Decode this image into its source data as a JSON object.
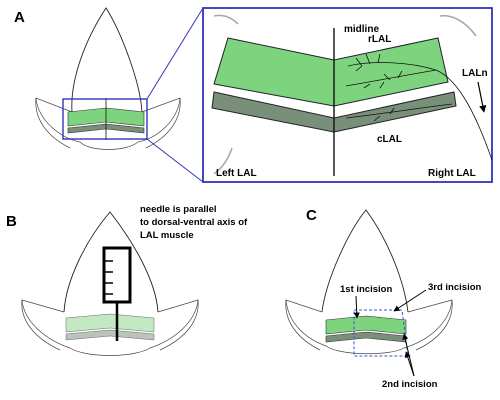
{
  "panels": {
    "a": {
      "label": "A"
    },
    "b": {
      "label": "B"
    },
    "c": {
      "label": "C"
    }
  },
  "zoom": {
    "midline": "midline",
    "rostral_muscle": "rLAL",
    "caudal_muscle": "cLAL",
    "nerve": "LALn",
    "left_side": "Left LAL",
    "right_side": "Right LAL"
  },
  "panel_b": {
    "note_line1": "needle is parallel",
    "note_line2": "to dorsal-ventral axis of",
    "note_line3": "LAL muscle"
  },
  "panel_c": {
    "incision1": "1st incision",
    "incision2": "2nd incision",
    "incision3": "3rd incision"
  },
  "colors": {
    "rostral_green": "#7ed47e",
    "rostral_green_light": "#c3e9c3",
    "caudal_gray": "#7a8f7a",
    "caudal_gray_light": "#b9c5b9",
    "highlight_blue": "#3333bb",
    "incision_blue": "#3355cc"
  },
  "icons": {
    "needle": "syringe-icon"
  }
}
